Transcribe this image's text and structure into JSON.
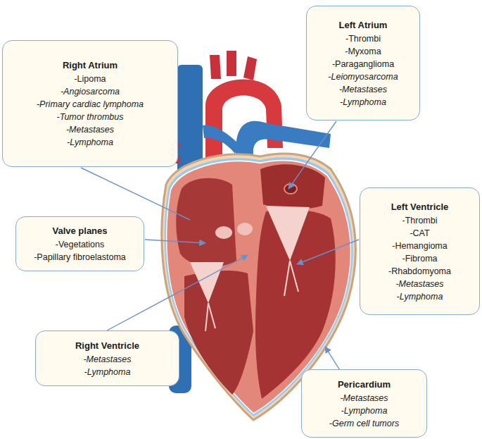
{
  "diagram": {
    "nodes": [
      {
        "text": [
          "Left Atrium",
          "-Thrombi",
          "-Myxoma",
          "-Paraganglioma",
          "-Leiomyosarcoma",
          "-Metastases",
          "-Lymphoma"
        ]
      },
      {
        "text": [
          "Right Atrium",
          "-Lipoma",
          "-Angiosarcoma",
          "-Primary cardiac lymphoma",
          "-Tumor thrombus",
          "-Metastases",
          "-Lymphoma"
        ]
      },
      {
        "text": [
          "Left Ventricle",
          "-Thrombi",
          "-CAT",
          "-Hemangioma",
          "-Fibroma",
          "-Rhabdomyoma",
          "-Metastases",
          "-Lymphoma"
        ]
      },
      {
        "text": [
          "Valve planes",
          "-Vegetations",
          "-Papillary fibroelastoma"
        ]
      },
      {
        "text": [
          "Right Ventricle",
          "-Metastases",
          "-Lymphoma"
        ]
      },
      {
        "text": [
          "Pericardium",
          "-Metastases",
          "-Lymphoma",
          "-Germ cell tumors"
        ]
      }
    ]
  }
}
